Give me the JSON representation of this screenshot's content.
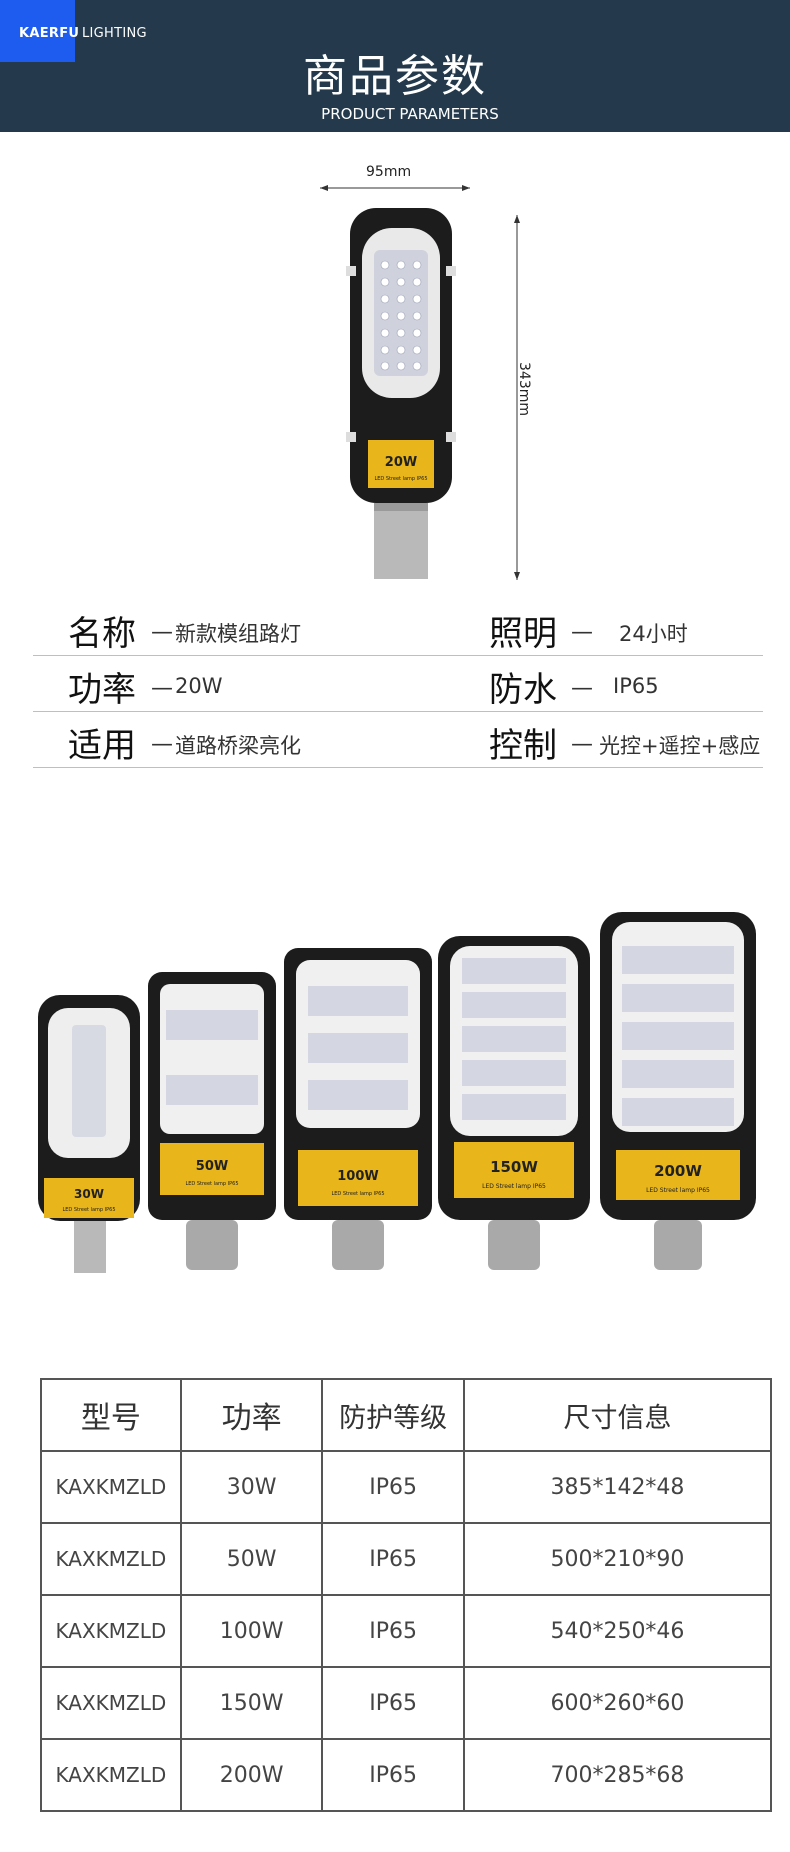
{
  "header": {
    "brand_left": "KAERFU",
    "brand_right": "LIGHTING",
    "title_cn": "商品参数",
    "title_en": "PRODUCT PARAMETERS"
  },
  "dimensions": {
    "width_label": "95mm",
    "height_label": "343mm",
    "lamp_label": "20W",
    "lamp_sub": "LED Street lamp IP65"
  },
  "params": [
    {
      "key": "名称",
      "sep": "—",
      "value": "新款模组路灯",
      "key2": "照明",
      "sep2": "—",
      "value2": "24小时"
    },
    {
      "key": "功率",
      "sep": "—",
      "value": "20W",
      "key2": "防水",
      "sep2": "—",
      "value2": "IP65"
    },
    {
      "key": "适用",
      "sep": "—",
      "value": "道路桥梁亮化",
      "key2": "控制",
      "sep2": "—",
      "value2": "光控+遥控+感应"
    }
  ],
  "lineup": {
    "sublabel": "LED Street lamp IP65",
    "lamps": [
      {
        "label": "30W"
      },
      {
        "label": "50W"
      },
      {
        "label": "100W"
      },
      {
        "label": "150W"
      },
      {
        "label": "200W"
      }
    ]
  },
  "table": {
    "headers": [
      "型号",
      "功率",
      "防护等级",
      "尺寸信息"
    ],
    "rows": [
      [
        "KAXKMZLD",
        "30W",
        "IP65",
        "385*142*48"
      ],
      [
        "KAXKMZLD",
        "50W",
        "IP65",
        "500*210*90"
      ],
      [
        "KAXKMZLD",
        "100W",
        "IP65",
        "540*250*46"
      ],
      [
        "KAXKMZLD",
        "150W",
        "IP65",
        "600*260*60"
      ],
      [
        "KAXKMZLD",
        "200W",
        "IP65",
        "700*285*68"
      ]
    ]
  },
  "colors": {
    "header_bg": "#243a4c",
    "brand_blue": "#1e5cf0",
    "label_yellow": "#e8b51b",
    "lamp_body": "#1c1c1c"
  }
}
